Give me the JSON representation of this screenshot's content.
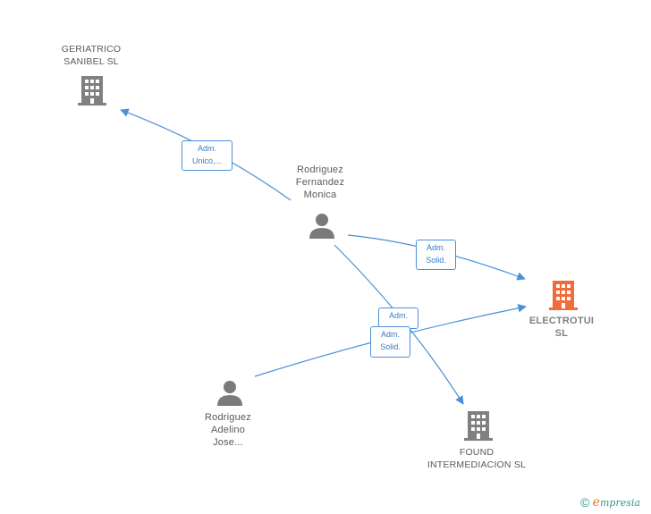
{
  "nodes": {
    "geriatrico": {
      "line1": "GERIATRICO",
      "line2": "SANIBEL  SL"
    },
    "rodriguez_fernandez": {
      "line1": "Rodriguez",
      "line2": "Fernandez",
      "line3": "Monica"
    },
    "electrotui": {
      "line1": "ELECTROTUI",
      "line2": "SL"
    },
    "rodriguez_adelino": {
      "line1": "Rodriguez",
      "line2": "Adelino",
      "line3": "Jose..."
    },
    "found": {
      "line1": "FOUND",
      "line2": "INTERMEDIACION SL"
    }
  },
  "edges": {
    "adm_unico": {
      "line1": "Adm.",
      "line2": "Unico,..."
    },
    "adm_solid_1": {
      "line1": "Adm.",
      "line2": "Solid."
    },
    "adm_found": {
      "line1": "Adm."
    },
    "adm_solid_2": {
      "line1": "Adm.",
      "line2": "Solid."
    }
  },
  "footer": {
    "copyright": "©",
    "brand_initial": "e",
    "brand_rest": "mpresia"
  },
  "colors": {
    "edge": "#4a8fd8",
    "company_icon": "#808080",
    "focus_icon": "#f26b3a",
    "person_icon": "#7a7a7a"
  },
  "icons": {
    "company": "building-icon",
    "person": "person-icon"
  }
}
